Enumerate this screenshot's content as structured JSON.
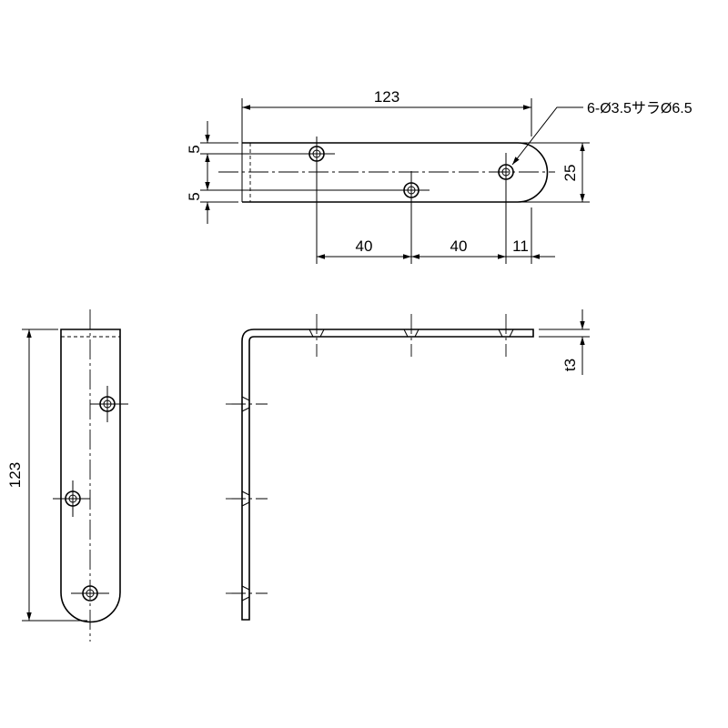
{
  "top_view": {
    "length_label": "123",
    "width_label": "25",
    "edge_offset_top_label": "5",
    "edge_offset_bottom_label": "5",
    "pitch_1_label": "40",
    "pitch_2_label": "40",
    "end_offset_label": "11",
    "hole_callout": "6-Ø3.5サラØ6.5"
  },
  "side_view": {
    "thickness_label": "t3"
  },
  "front_view": {
    "length_label": "123"
  }
}
